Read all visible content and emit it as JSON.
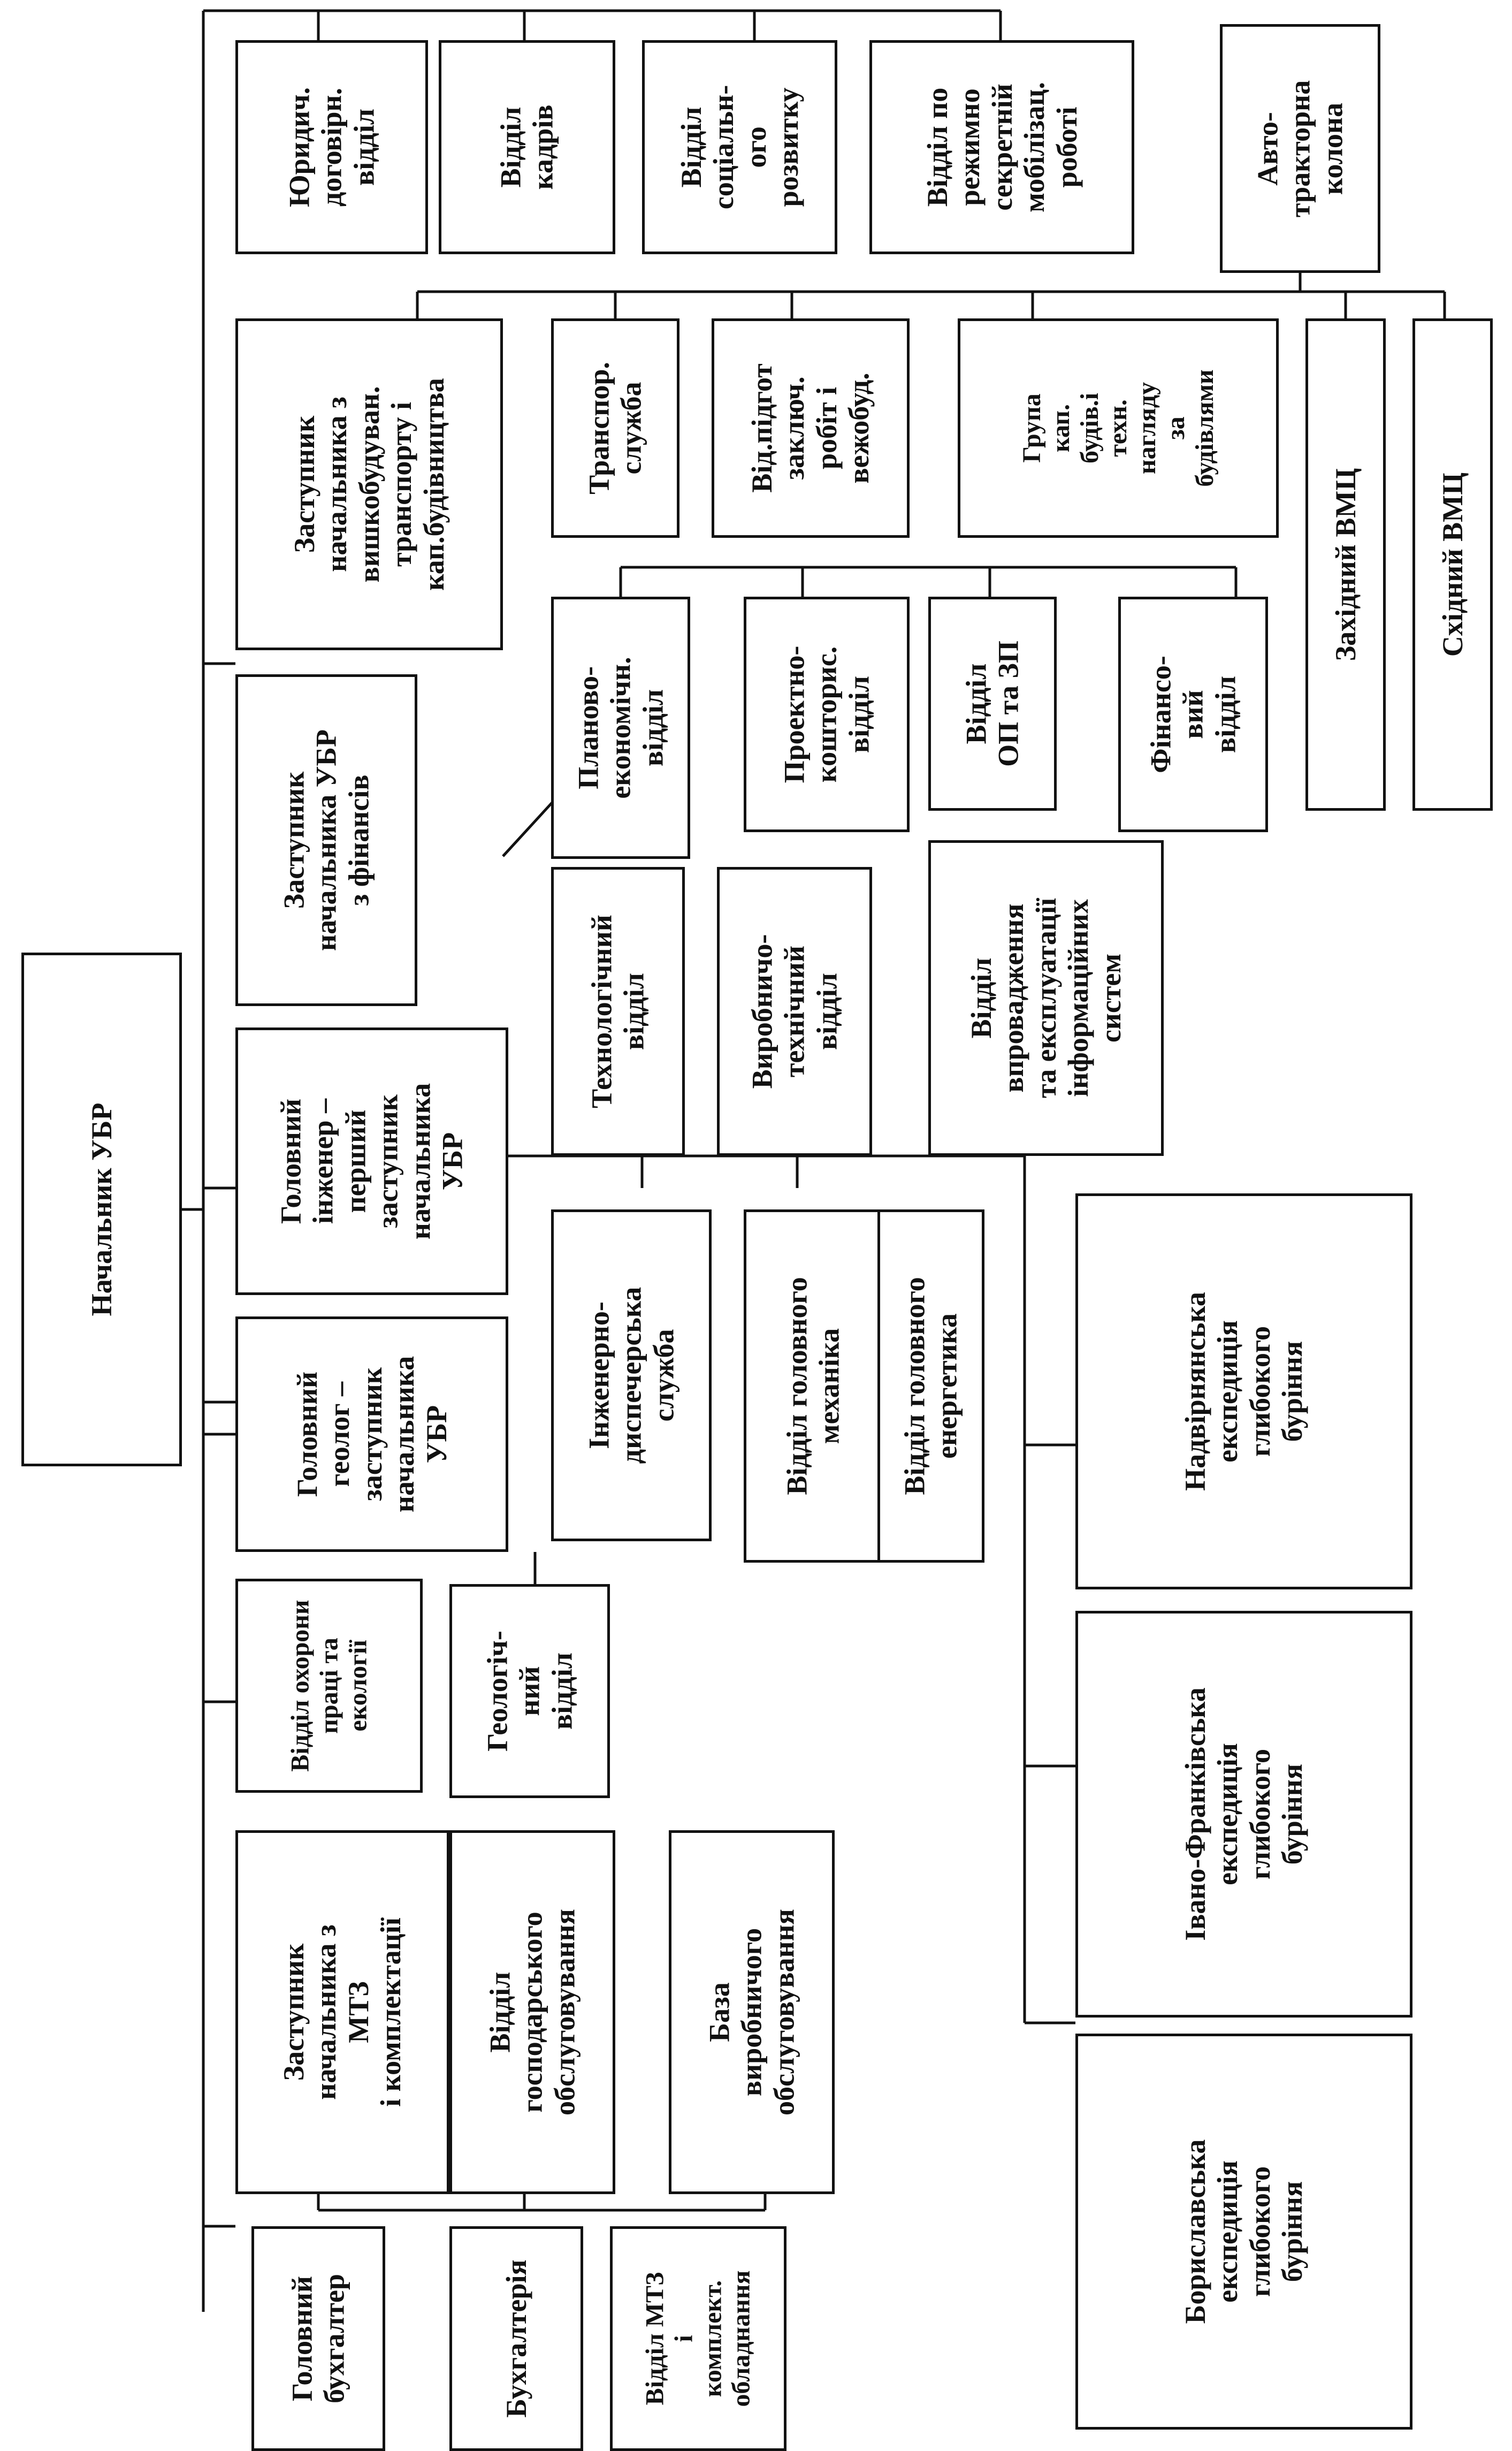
{
  "boxes": {
    "head": "Начальник УБР",
    "legal": "Юридич.\nдоговірн.\nвідділ",
    "hr": "Відділ\nкадрів",
    "social": "Відділ\nсоціальн-\nого\nрозвитку",
    "secret": "Відділ по\nрежимно\nсекретній\nмобілізац.\nроботі",
    "autocol": "Авто-\nтракторна\nколона",
    "dep_construct": "Заступник\nначальника з\nвишкобудуван.\nтранспорту і\nкап.будівництва",
    "transport": "Транспор.\nслужба",
    "prep": "Від.підгот\nзаключ.\nробіт і\nвежобуд.",
    "capgroup": "Група\nкап.\nбудів.і\nтехн.\nнагляду\nза\nбудівлями",
    "west": "Західний ВМЦ",
    "east": "Східний ВМЦ",
    "dep_finance": "Заступник\nначальника УБР\nз фінансів",
    "planning": "Планово-\nекономічн.\nвідділ",
    "design": "Проектно-\nкошторис.\nвідділ",
    "op_zp": "Відділ\nОП та ЗП",
    "fin_dept": "Фінансо-\nвий\nвідділ",
    "chief_eng": "Головний\nінженер –\nперший\nзаступник\nначальника\nУБР",
    "tech": "Технологічний\nвідділ",
    "prodtech": "Виробничо-\nтехнічний\nвідділ",
    "infosys": "Відділ\nвпровадження\nта експлуатації\nінформаційних\nсистем",
    "dispatch": "Інженерно-\nдиспечерська\nслужба",
    "mech": "Відділ головного\nмеханіка",
    "energy": "Відділ головного\nенергетика",
    "nadvir": "Надвірнянська\nекспедиція\nглибокого\nбуріння",
    "ivano": "Івано-Франківська\nекспедиція\nглибокого\nбуріння",
    "boryslav": "Бориславська\nекспедиція\nглибокого\nбуріння",
    "chief_geo": "Головний\nгеолог –\nзаступник\nначальника\nУБР",
    "geo_dept": "Геологіч-\nний\nвідділ",
    "labor": "Відділ охорони\nпраці та\nекології",
    "dep_mtz": "Заступник\nначальника з\nМТЗ\nі комплектації",
    "household": "Відділ\nгосподарського\nобслуговування",
    "base": "База\nвиробничого\nобслуговування",
    "accountant": "Головний\nбухгалтер",
    "accounting": "Бухгалтерія",
    "mtz_dept": "Відділ МТЗ\nі\nкомплект.\nобладнання"
  }
}
